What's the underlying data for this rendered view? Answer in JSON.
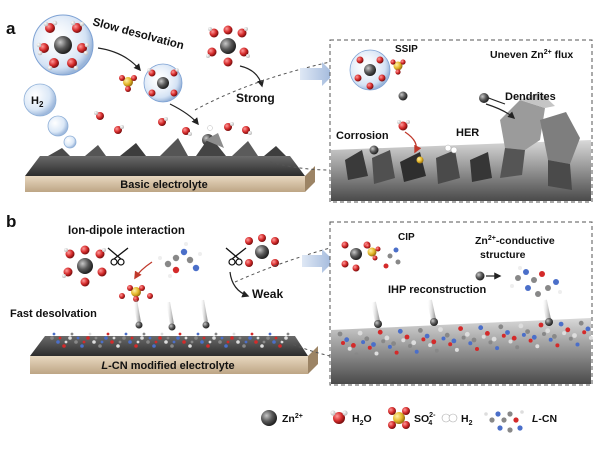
{
  "panel_a": {
    "letter": "a",
    "slow_desolvation": "Slow desolvation",
    "strong": "Strong",
    "h2": "H",
    "h2_sub": "2",
    "base_label": "Basic electrolyte",
    "ssip": "SSIP",
    "uneven_flux_pre": "Uneven Zn",
    "uneven_flux_sup": "2+",
    "uneven_flux_post": " flux",
    "corrosion": "Corrosion",
    "her": "HER",
    "dendrites": "Dendrites"
  },
  "panel_b": {
    "letter": "b",
    "ion_dipole": "Ion-dipole interaction",
    "fast_desolvation": "Fast desolvation",
    "weak": "Weak",
    "base_label_italic": "L",
    "base_label_rest": "-CN modified electrolyte",
    "cip": "CIP",
    "ihp": "IHP reconstruction",
    "conductive_pre": "Zn",
    "conductive_sup": "2+",
    "conductive_post": "-conductive",
    "conductive_line2": "structure"
  },
  "legend": {
    "zn": "Zn",
    "zn_sup": "2+",
    "h2o_pre": "H",
    "h2o_sub": "2",
    "h2o_post": "O",
    "so4_pre": "SO",
    "so4_sub": "4",
    "so4_sup": "2-",
    "h2_pre": "H",
    "h2_sub": "2",
    "lcn_italic": "L",
    "lcn_rest": "-CN"
  },
  "colors": {
    "zinc": "#5a5a5a",
    "oxygen": "#d42a2a",
    "sulfur": "#e5b82a",
    "dash": "#555555",
    "arrow_blue": "#b7cbe6"
  }
}
